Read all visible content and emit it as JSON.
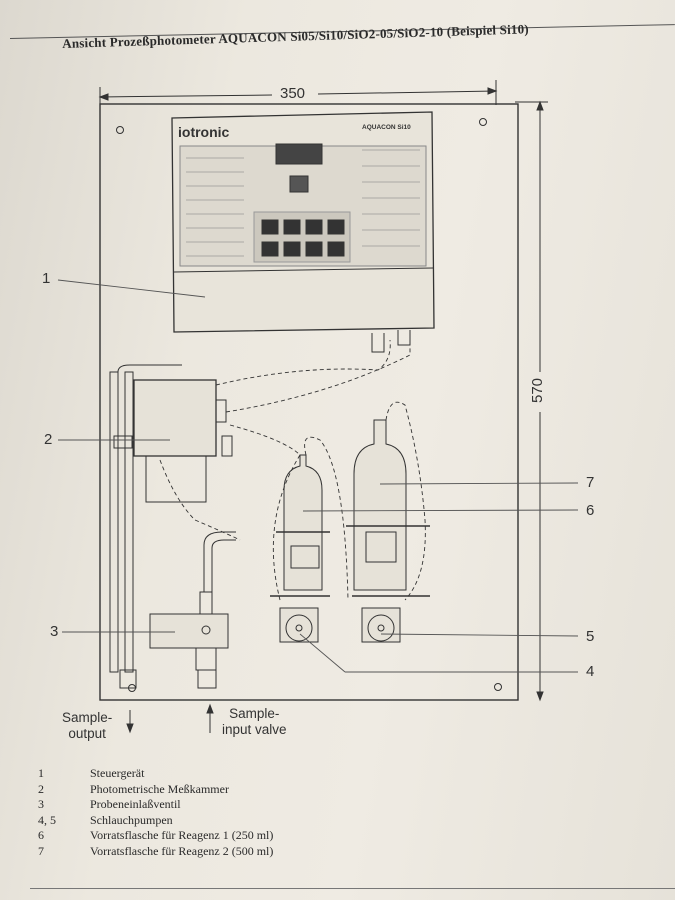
{
  "document": {
    "heading": "Ansicht Prozeßphotometer AQUACON Si05/Si10/SiO2-05/SiO2-10 (Beispiel Si10)",
    "dim_width": "350",
    "dim_height": "570",
    "device_brand": "iotronic",
    "device_model": "AQUACON Si10",
    "callouts": [
      "1",
      "2",
      "3",
      "4",
      "5",
      "6",
      "7"
    ],
    "sample_output": [
      "Sample-",
      "output"
    ],
    "sample_input": [
      "Sample-",
      "input valve"
    ],
    "legend": [
      {
        "num": "1",
        "text": "Steuergerät"
      },
      {
        "num": "2",
        "text": "Photometrische Meßkammer"
      },
      {
        "num": "3",
        "text": "Probeneinlaßventil"
      },
      {
        "num": "4, 5",
        "text": "Schlauchpumpen"
      },
      {
        "num": "6",
        "text": "Vorratsflasche für Reagenz 1 (250 ml)"
      },
      {
        "num": "7",
        "text": "Vorratsflasche für Reagenz 2 (500 ml)"
      }
    ]
  }
}
